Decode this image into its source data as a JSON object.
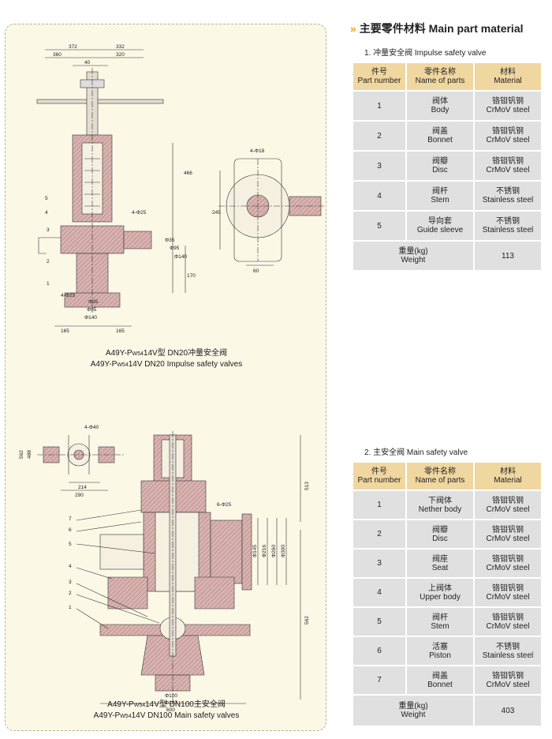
{
  "section_title": "主要零件材料  Main part material",
  "impulse": {
    "table_title": "1. 冲量安全阀  Impulse safety valve",
    "headers": {
      "num_cn": "件号",
      "num_en": "Part number",
      "name_cn": "零件名称",
      "name_en": "Name of parts",
      "mat_cn": "材料",
      "mat_en": "Material"
    },
    "rows": [
      {
        "num": "1",
        "name_cn": "阀体",
        "name_en": "Body",
        "mat_cn": "铬钼钒钢",
        "mat_en": "CrMoV steel"
      },
      {
        "num": "2",
        "name_cn": "阀盖",
        "name_en": "Bonnet",
        "mat_cn": "铬钼钒钢",
        "mat_en": "CrMoV steel"
      },
      {
        "num": "3",
        "name_cn": "阀瓣",
        "name_en": "Disc",
        "mat_cn": "铬钼钒钢",
        "mat_en": "CrMoV steel"
      },
      {
        "num": "4",
        "name_cn": "阀杆",
        "name_en": "Stem",
        "mat_cn": "不锈钢",
        "mat_en": "Stainless steel"
      },
      {
        "num": "5",
        "name_cn": "导向套",
        "name_en": "Guide sleeve",
        "mat_cn": "不锈钢",
        "mat_en": "Stainless steel"
      }
    ],
    "weight_cn": "重量(kg)",
    "weight_en": "Weight",
    "weight": "113",
    "caption_cn_a": "A49Y-P",
    "caption_cn_sub": "W54",
    "caption_cn_b": "14V型 DN20冲量安全阀",
    "caption_en_a": "A49Y-P",
    "caption_en_sub": "W54",
    "caption_en_b": "14V  DN20 Impulse safety valves",
    "dims": [
      "372",
      "332",
      "360",
      "320",
      "40",
      "466",
      "4-Φ18",
      "245",
      "60",
      "4-Φ25",
      "Φ35",
      "Φ95",
      "Φ140",
      "170",
      "4-Φ25",
      "Φ35",
      "Φ95",
      "Φ140",
      "165",
      "165"
    ],
    "labels": [
      "5",
      "4",
      "3",
      "2",
      "1"
    ]
  },
  "main": {
    "table_title": "2. 主安全阀  Main safety valve",
    "headers": {
      "num_cn": "件号",
      "num_en": "Part number",
      "name_cn": "零件名称",
      "name_en": "Name of parts",
      "mat_cn": "材料",
      "mat_en": "Material"
    },
    "rows": [
      {
        "num": "1",
        "name_cn": "下阀体",
        "name_en": "Nether body",
        "mat_cn": "铬钼钒钢",
        "mat_en": "CrMoV steel"
      },
      {
        "num": "2",
        "name_cn": "阀瓣",
        "name_en": "Disc",
        "mat_cn": "铬钼钒钢",
        "mat_en": "CrMoV steel"
      },
      {
        "num": "3",
        "name_cn": "阀座",
        "name_en": "Seat",
        "mat_cn": "铬钼钒钢",
        "mat_en": "CrMoV steel"
      },
      {
        "num": "4",
        "name_cn": "上阀体",
        "name_en": "Upper body",
        "mat_cn": "铬钼钒钢",
        "mat_en": "CrMoV steel"
      },
      {
        "num": "5",
        "name_cn": "阀杆",
        "name_en": "Stem",
        "mat_cn": "铬钼钒钢",
        "mat_en": "CrMoV steel"
      },
      {
        "num": "6",
        "name_cn": "活塞",
        "name_en": "Piston",
        "mat_cn": "不锈钢",
        "mat_en": "Stainless steel"
      },
      {
        "num": "7",
        "name_cn": "阀盖",
        "name_en": "Bonnet",
        "mat_cn": "铬钼钒钢",
        "mat_en": "CrMoV steel"
      }
    ],
    "weight_cn": "重量(kg)",
    "weight_en": "Weight",
    "weight": "403",
    "caption_cn_a": "A49Y-P",
    "caption_cn_sub": "W54",
    "caption_cn_b": "14V型  DN100主安全阀",
    "caption_en_a": "A49Y-P",
    "caption_en_sub": "W54",
    "caption_en_b": "14V  DN100 Main safety valves",
    "dims": [
      "4-Φ40",
      "562",
      "488",
      "214",
      "290",
      "513",
      "6-Φ25",
      "Φ145",
      "Φ216",
      "Φ260",
      "Φ300",
      "562",
      "Φ100",
      "Φ107",
      "600"
    ],
    "labels": [
      "7",
      "6",
      "5",
      "4",
      "3",
      "2",
      "1"
    ]
  },
  "colors": {
    "accent": "#e8a317",
    "header_bg": "#f0d7a0",
    "cell_bg": "#e0e0e0",
    "panel_bg": "#fbf8e6",
    "hatch": "#c9a0a0"
  }
}
